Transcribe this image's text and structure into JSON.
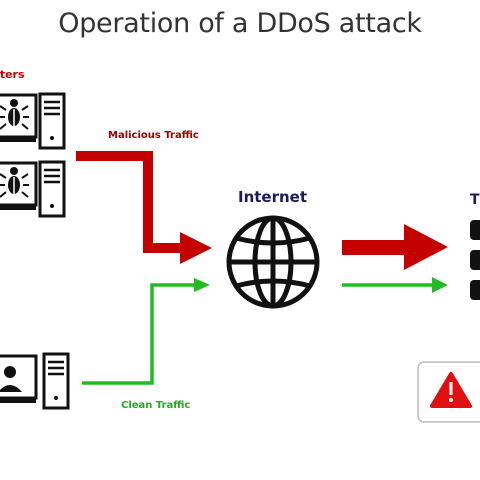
{
  "title": "Operation of a DDoS attack",
  "labels": {
    "zombie_computers": "uters",
    "malicious_traffic": "Malicious Traffic",
    "clean_traffic": "Clean Traffic",
    "internet": "Internet",
    "target": "T",
    "user": ""
  },
  "colors": {
    "malicious": "#c40000",
    "clean": "#22bb22",
    "internet": "#1c1c5c",
    "warning": "#e01010",
    "title": "#333333"
  },
  "icons": {
    "zombie_computer": "bug-computer-icon",
    "clean_computer": "user-computer-icon",
    "internet": "globe-icon",
    "server": "server-icon",
    "warning": "warning-icon"
  }
}
